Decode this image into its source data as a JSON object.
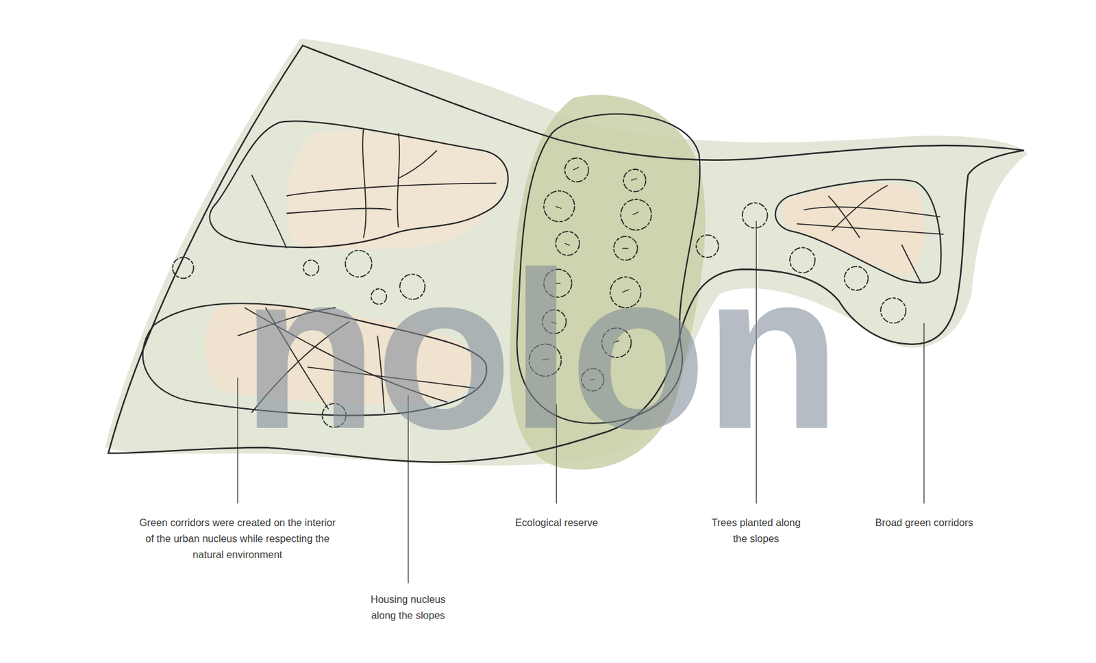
{
  "diagram": {
    "labels": [
      "Green corridors were created on the interior of the urban nucleus while respecting the natural environment",
      "Housing nucleus along the slopes",
      "Ecological reserve",
      "Trees planted along the slopes",
      "Broad green corridors",
      "nolon"
    ]
  }
}
